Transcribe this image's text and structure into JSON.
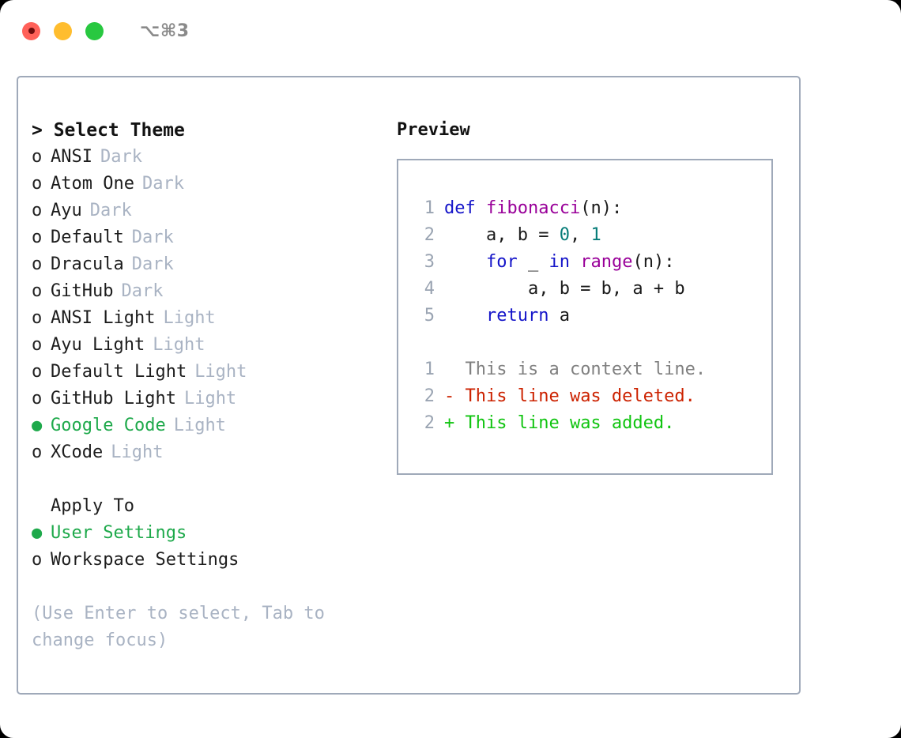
{
  "titlebar": {
    "shortcut": "⌥⌘3",
    "lights": [
      "close",
      "minimize",
      "maximize"
    ]
  },
  "left": {
    "heading": "> Select Theme",
    "themes": [
      {
        "marker": "o",
        "label": "ANSI",
        "variant": "Dark",
        "selected": false
      },
      {
        "marker": "o",
        "label": "Atom One",
        "variant": "Dark",
        "selected": false
      },
      {
        "marker": "o",
        "label": "Ayu",
        "variant": "Dark",
        "selected": false
      },
      {
        "marker": "o",
        "label": "Default",
        "variant": "Dark",
        "selected": false
      },
      {
        "marker": "o",
        "label": "Dracula",
        "variant": "Dark",
        "selected": false
      },
      {
        "marker": "o",
        "label": "GitHub",
        "variant": "Dark",
        "selected": false
      },
      {
        "marker": "o",
        "label": "ANSI Light",
        "variant": "Light",
        "selected": false
      },
      {
        "marker": "o",
        "label": "Ayu Light",
        "variant": "Light",
        "selected": false
      },
      {
        "marker": "o",
        "label": "Default Light",
        "variant": "Light",
        "selected": false
      },
      {
        "marker": "o",
        "label": "GitHub Light",
        "variant": "Light",
        "selected": false
      },
      {
        "marker": "●",
        "label": "Google Code",
        "variant": "Light",
        "selected": true
      },
      {
        "marker": "o",
        "label": "XCode",
        "variant": "Light",
        "selected": false
      }
    ],
    "apply_to_heading": "Apply To",
    "apply_to": [
      {
        "marker": "●",
        "label": "User Settings",
        "selected": true
      },
      {
        "marker": "o",
        "label": "Workspace Settings",
        "selected": false
      }
    ],
    "hint": "(Use Enter to select, Tab to change focus)"
  },
  "right": {
    "title": "Preview",
    "code_lines": [
      {
        "number": "1",
        "tokens": [
          {
            "text": "def ",
            "type": "kw"
          },
          {
            "text": "fibonacci",
            "type": "fn"
          },
          {
            "text": "(n):",
            "type": "pun"
          }
        ]
      },
      {
        "number": "2",
        "tokens": [
          {
            "text": "    a, b = ",
            "type": "id"
          },
          {
            "text": "0",
            "type": "num"
          },
          {
            "text": ", ",
            "type": "pun"
          },
          {
            "text": "1",
            "type": "num"
          }
        ]
      },
      {
        "number": "3",
        "tokens": [
          {
            "text": "    for",
            "type": "kw"
          },
          {
            "text": " _ ",
            "type": "id"
          },
          {
            "text": "in",
            "type": "kw"
          },
          {
            "text": " ",
            "type": "id"
          },
          {
            "text": "range",
            "type": "fn"
          },
          {
            "text": "(n):",
            "type": "pun"
          }
        ]
      },
      {
        "number": "4",
        "tokens": [
          {
            "text": "        a, b = b, a + b",
            "type": "id"
          }
        ]
      },
      {
        "number": "5",
        "tokens": [
          {
            "text": "    return",
            "type": "kw"
          },
          {
            "text": " a",
            "type": "id"
          }
        ]
      }
    ],
    "diff_lines": [
      {
        "number": "1",
        "sign": " ",
        "text": "This is a context line.",
        "kind": "context"
      },
      {
        "number": "2",
        "sign": "-",
        "text": "This line was deleted.",
        "kind": "deleted"
      },
      {
        "number": "2",
        "sign": "+",
        "text": "This line was added.",
        "kind": "added"
      }
    ]
  },
  "colors": {
    "selection_green": "#1ea94b",
    "diff_added": "#10c410",
    "diff_deleted": "#cc2200",
    "diff_context": "#808080",
    "muted_label": "#a9b3c3",
    "border": "#9fa9b9",
    "keyword": "#1515c9",
    "function": "#990099",
    "number": "#067c78",
    "light_red": "#ff6159",
    "light_yellow": "#ffbd2e",
    "light_green": "#28c840"
  }
}
